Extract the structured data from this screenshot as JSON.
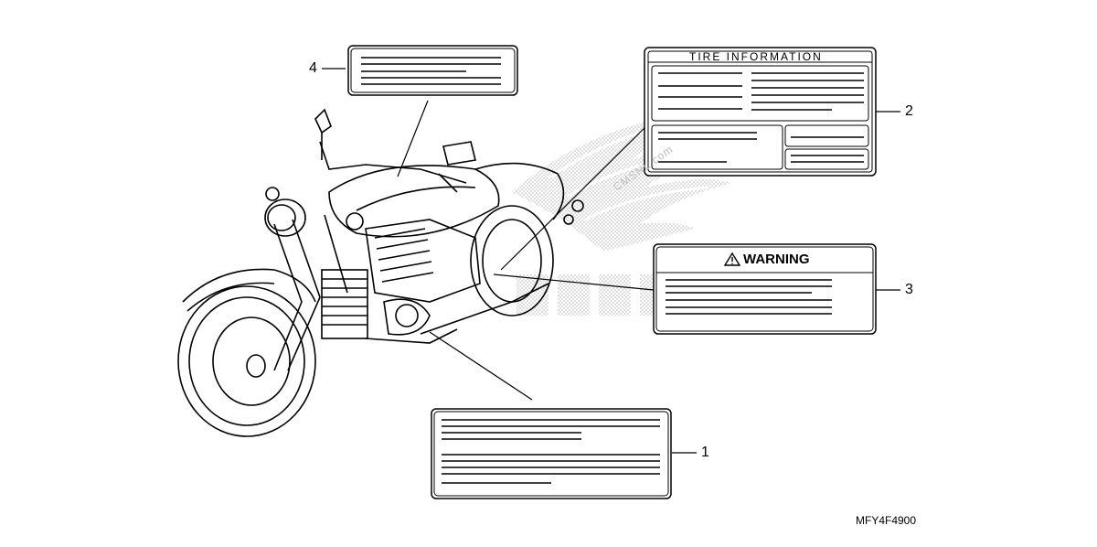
{
  "callouts": {
    "label_1": "1",
    "label_2": "2",
    "label_3": "3",
    "label_4": "4"
  },
  "tire_label": {
    "title": "TIRE INFORMATION"
  },
  "warning_label": {
    "icon": "warning-triangle-icon",
    "title": "WARNING"
  },
  "watermark": "CMSNL.com",
  "part_code": "MFY4F4900"
}
